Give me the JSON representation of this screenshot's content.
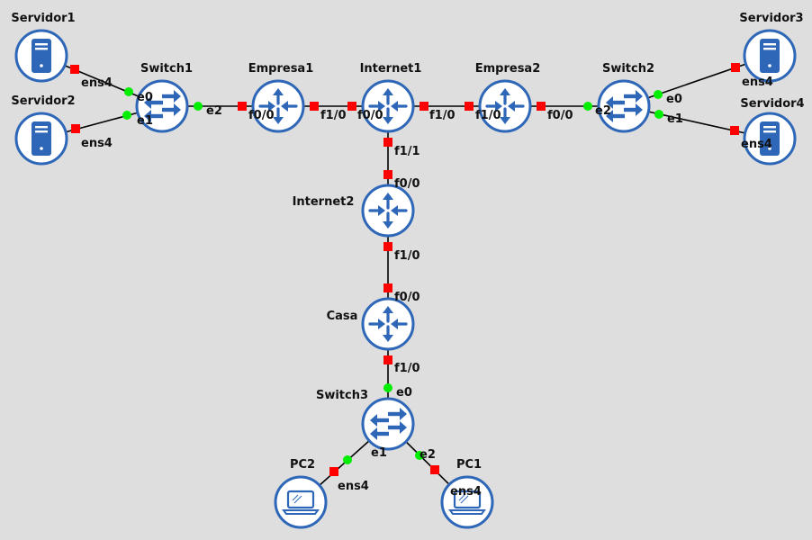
{
  "colors": {
    "background": "#dedede",
    "node_ring": "#2f67b8",
    "icon": "#2f67b8",
    "port_down": "#ff0000",
    "port_up": "#00ee00",
    "link": "#000000"
  },
  "nodes": [
    {
      "id": "servidor1",
      "label": "Servidor1",
      "kind": "server",
      "icon": "server-icon"
    },
    {
      "id": "servidor2",
      "label": "Servidor2",
      "kind": "server",
      "icon": "server-icon"
    },
    {
      "id": "switch1",
      "label": "Switch1",
      "kind": "switch",
      "icon": "switch-icon"
    },
    {
      "id": "empresa1",
      "label": "Empresa1",
      "kind": "router",
      "icon": "router-icon"
    },
    {
      "id": "internet1",
      "label": "Internet1",
      "kind": "router",
      "icon": "router-icon"
    },
    {
      "id": "empresa2",
      "label": "Empresa2",
      "kind": "router",
      "icon": "router-icon"
    },
    {
      "id": "switch2",
      "label": "Switch2",
      "kind": "switch",
      "icon": "switch-icon"
    },
    {
      "id": "servidor3",
      "label": "Servidor3",
      "kind": "server",
      "icon": "server-icon"
    },
    {
      "id": "servidor4",
      "label": "Servidor4",
      "kind": "server",
      "icon": "server-icon"
    },
    {
      "id": "internet2",
      "label": "Internet2",
      "kind": "router",
      "icon": "router-icon"
    },
    {
      "id": "casa",
      "label": "Casa",
      "kind": "router",
      "icon": "router-icon"
    },
    {
      "id": "switch3",
      "label": "Switch3",
      "kind": "switch",
      "icon": "switch-icon"
    },
    {
      "id": "pc2",
      "label": "PC2",
      "kind": "pc",
      "icon": "laptop-icon"
    },
    {
      "id": "pc1",
      "label": "PC1",
      "kind": "pc",
      "icon": "laptop-icon"
    }
  ],
  "links": [
    {
      "from": "servidor1",
      "to": "switch1",
      "a_port": "ens4",
      "a_status": "down",
      "b_port": "e0",
      "b_status": "up"
    },
    {
      "from": "servidor2",
      "to": "switch1",
      "a_port": "ens4",
      "a_status": "down",
      "b_port": "e1",
      "b_status": "up"
    },
    {
      "from": "switch1",
      "to": "empresa1",
      "a_port": "e2",
      "a_status": "up",
      "b_port": "f0/0",
      "b_status": "down"
    },
    {
      "from": "empresa1",
      "to": "internet1",
      "a_port": "f1/0",
      "a_status": "down",
      "b_port": "f0/0",
      "b_status": "down"
    },
    {
      "from": "internet1",
      "to": "empresa2",
      "a_port": "f1/0",
      "a_status": "down",
      "b_port": "f1/0",
      "b_status": "down"
    },
    {
      "from": "empresa2",
      "to": "switch2",
      "a_port": "f0/0",
      "a_status": "down",
      "b_port": "e2",
      "b_status": "up"
    },
    {
      "from": "switch2",
      "to": "servidor3",
      "a_port": "e0",
      "a_status": "up",
      "b_port": "ens4",
      "b_status": "down"
    },
    {
      "from": "switch2",
      "to": "servidor4",
      "a_port": "e1",
      "a_status": "up",
      "b_port": "ens4",
      "b_status": "down"
    },
    {
      "from": "internet1",
      "to": "internet2",
      "a_port": "f1/1",
      "a_status": "down",
      "b_port": "f0/0",
      "b_status": "down"
    },
    {
      "from": "internet2",
      "to": "casa",
      "a_port": "f1/0",
      "a_status": "down",
      "b_port": "f0/0",
      "b_status": "down"
    },
    {
      "from": "casa",
      "to": "switch3",
      "a_port": "f1/0",
      "a_status": "down",
      "b_port": "e0",
      "b_status": "up"
    },
    {
      "from": "switch3",
      "to": "pc2",
      "a_port": "e1",
      "a_status": "up",
      "b_port": "ens4",
      "b_status": "down"
    },
    {
      "from": "switch3",
      "to": "pc1",
      "a_port": "e2",
      "a_status": "up",
      "b_port": "ens4",
      "b_status": "down"
    }
  ]
}
